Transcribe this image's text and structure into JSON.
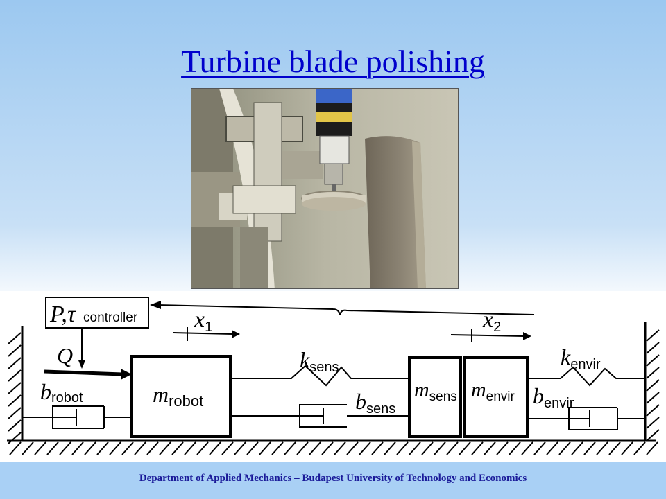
{
  "slide": {
    "title": "Turbine blade polishing",
    "footer": "Department of Applied Mechanics – Budapest University of Technology and Economics"
  },
  "diagram": {
    "controller": {
      "symbols": "P,τ",
      "label": "controller"
    },
    "force": "Q",
    "x1": {
      "symbol": "x",
      "sub": "1"
    },
    "x2": {
      "symbol": "x",
      "sub": "2"
    },
    "b_robot": {
      "symbol": "b",
      "sub": "robot"
    },
    "m_robot": {
      "symbol": "m",
      "sub": "robot"
    },
    "k_sens": {
      "symbol": "k",
      "sub": "sens"
    },
    "b_sens": {
      "symbol": "b",
      "sub": "sens"
    },
    "m_sens": {
      "symbol": "m",
      "sub": "sens"
    },
    "m_envir": {
      "symbol": "m",
      "sub": "envir"
    },
    "k_envir": {
      "symbol": "k",
      "sub": "envir"
    },
    "b_envir": {
      "symbol": "b",
      "sub": "envir"
    }
  }
}
